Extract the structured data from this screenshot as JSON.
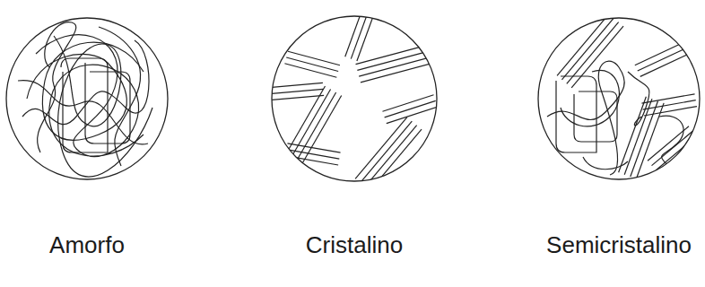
{
  "diagram": {
    "labels": [
      "Amorfo",
      "Cristalino",
      "Semicristalino"
    ]
  }
}
